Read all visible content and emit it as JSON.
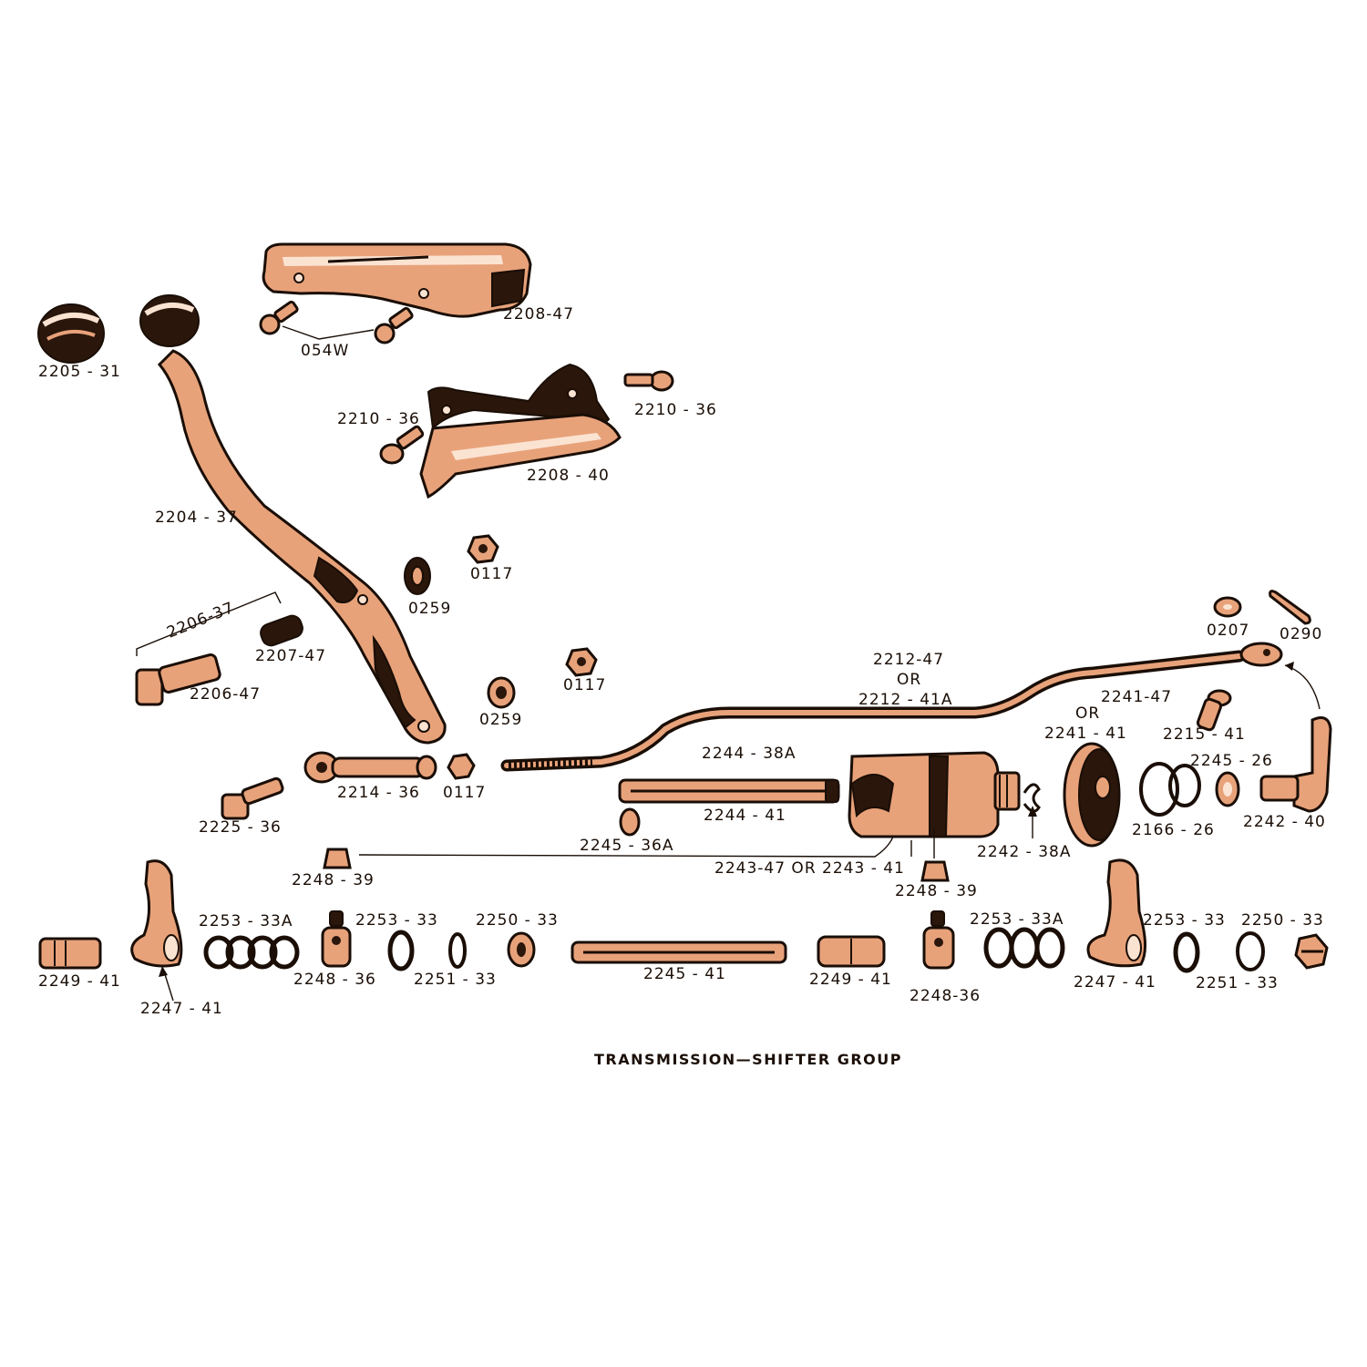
{
  "caption": "TRANSMISSION—SHIFTER GROUP",
  "labels": {
    "l_2208_47": "2208-47",
    "l_054w": "054W",
    "l_2205_31": "2205 - 31",
    "l_2210_36_a": "2210 - 36",
    "l_2210_36_b": "2210 - 36",
    "l_2208_40": "2208 - 40",
    "l_2204_37": "2204 - 37",
    "l_0117_a": "0117",
    "l_0259_a": "0259",
    "l_2206_37": "2206-37",
    "l_2207_47": "2207-47",
    "l_2206_47": "2206-47",
    "l_0117_b": "0117",
    "l_0259_b": "0259",
    "l_2212_47": "2212-47",
    "l_or_1": "OR",
    "l_2212_41a": "2212 - 41A",
    "l_0207": "0207",
    "l_0290": "0290",
    "l_2241_47": "2241-47",
    "l_or_2": "OR",
    "l_2241_41": "2241 - 41",
    "l_2215_41": "2215 - 41",
    "l_2244_38a": "2244 - 38A",
    "l_2245_26": "2245 - 26",
    "l_2214_36": "2214 - 36",
    "l_0117_c": "0117",
    "l_2225_36": "2225 - 36",
    "l_2244_41": "2244 - 41",
    "l_2166_26": "2166 - 26",
    "l_2242_40": "2242 - 40",
    "l_2245_36a": "2245 - 36A",
    "l_2242_38a": "2242 - 38A",
    "l_2248_39_a": "2248 - 39",
    "l_2243": "2243-47  OR  2243 - 41",
    "l_2248_39_b": "2248 - 39",
    "l_2253_33a_a": "2253 - 33A",
    "l_2253_33_a": "2253 - 33",
    "l_2250_33_a": "2250 - 33",
    "l_2253_33a_b": "2253 - 33A",
    "l_2253_33_b": "2253 - 33",
    "l_2250_33_b": "2250 - 33",
    "l_2249_41_a": "2249 - 41",
    "l_2248_36_a": "2248 - 36",
    "l_2251_33_a": "2251 - 33",
    "l_2245_41": "2245 - 41",
    "l_2249_41_b": "2249 - 41",
    "l_2247_41_b": "2247 - 41",
    "l_2251_33_b": "2251 - 33",
    "l_2247_41_a": "2247 - 41",
    "l_2248_36_b": "2248-36"
  }
}
